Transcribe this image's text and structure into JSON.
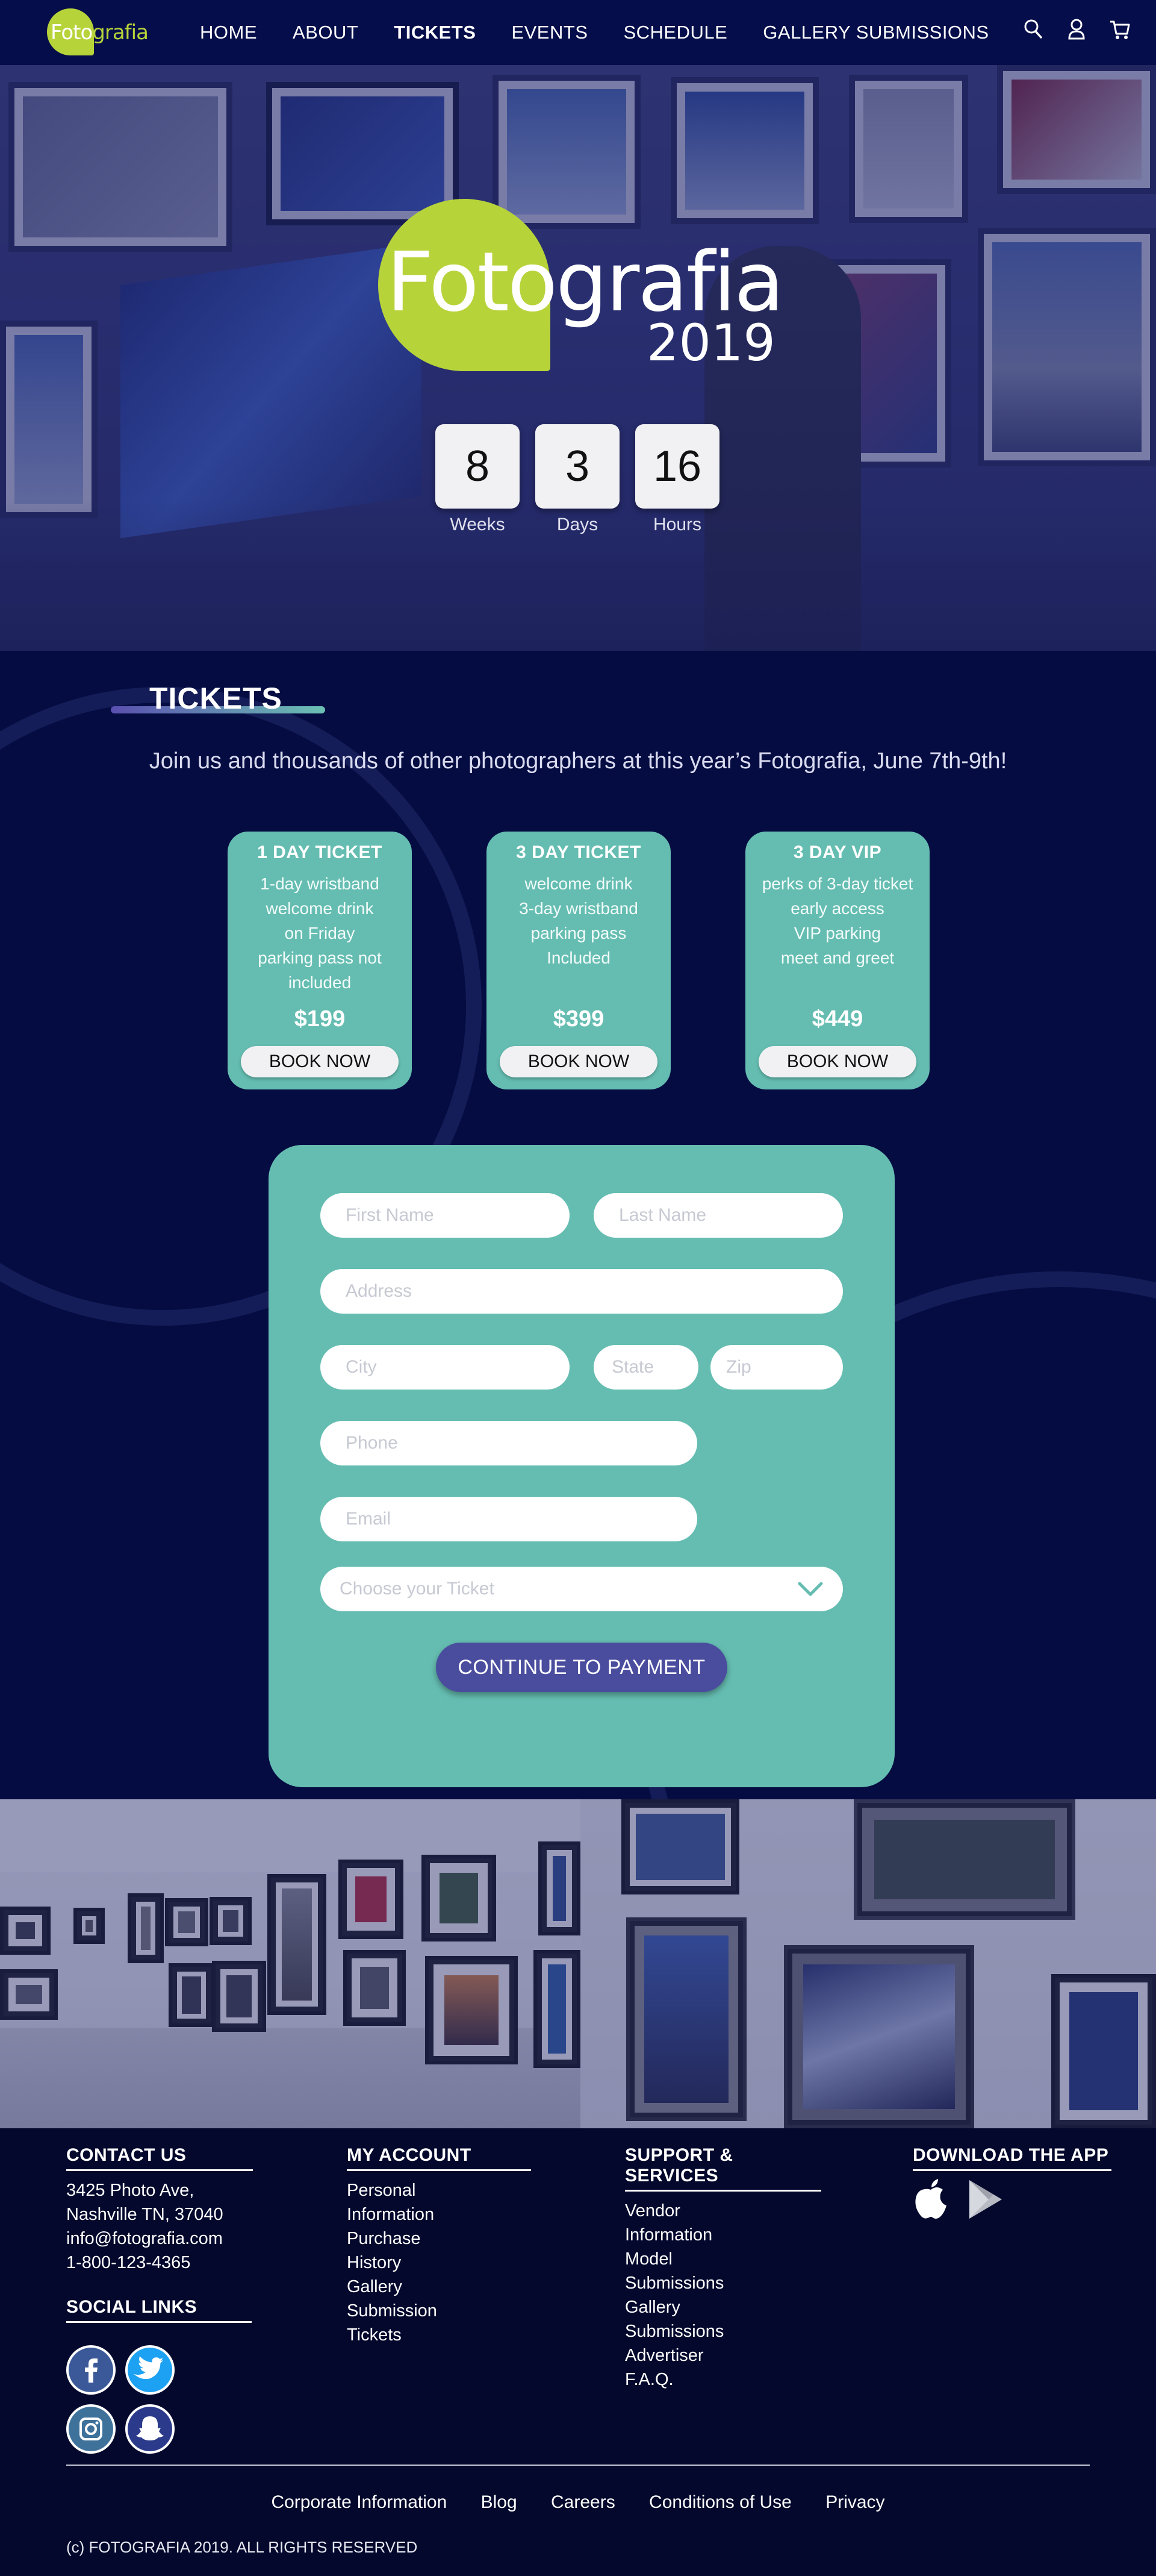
{
  "nav": {
    "logo_a": "Foto",
    "logo_b": "grafia",
    "items": [
      {
        "label": "HOME"
      },
      {
        "label": "ABOUT"
      },
      {
        "label": "TICKETS"
      },
      {
        "label": "EVENTS"
      },
      {
        "label": "SCHEDULE"
      },
      {
        "label": "GALLERY SUBMISSIONS"
      }
    ],
    "active": "TICKETS",
    "icons": [
      "search-icon",
      "user-icon",
      "cart-icon"
    ]
  },
  "hero": {
    "logo_word_a": "Foto",
    "logo_word_b": "grafia",
    "year": "2019",
    "countdown": [
      {
        "value": "8",
        "label": "Weeks"
      },
      {
        "value": "3",
        "label": "Days"
      },
      {
        "value": "16",
        "label": "Hours"
      }
    ]
  },
  "tickets": {
    "title": "TICKETS",
    "subtitle": "Join us and thousands of other photographers at this year’s Fotografia, June 7th-9th!",
    "cards": [
      {
        "title": "1 DAY TICKET",
        "perks": [
          "1-day wristband",
          "welcome drink",
          "on Friday",
          "parking pass not",
          "included"
        ],
        "price": "$199",
        "button": "BOOK NOW"
      },
      {
        "title": "3 DAY TICKET",
        "perks": [
          "welcome drink",
          "3-day wristband",
          "parking pass",
          "Included"
        ],
        "price": "$399",
        "button": "BOOK NOW"
      },
      {
        "title": "3 DAY VIP",
        "perks": [
          "perks of 3-day ticket",
          "early access",
          "VIP parking",
          "meet and greet"
        ],
        "price": "$449",
        "button": "BOOK NOW"
      }
    ],
    "colors": {
      "card": "#65bdb1",
      "accent_green": "#b7d33a",
      "background": "#050c42"
    }
  },
  "form": {
    "first_name_placeholder": "First Name",
    "last_name_placeholder": "Last Name",
    "address_placeholder": "Address",
    "city_placeholder": "City",
    "state_placeholder": "State",
    "zip_placeholder": "Zip",
    "phone_placeholder": "Phone",
    "email_placeholder": "Email",
    "ticket_select_placeholder": "Choose your Ticket",
    "submit_label": "CONTINUE TO PAYMENT"
  },
  "footer": {
    "contact": {
      "heading": "CONTACT US",
      "lines": [
        "3425 Photo Ave,",
        "Nashville TN, 37040",
        "info@fotografia.com",
        "1-800-123-4365"
      ]
    },
    "social": {
      "heading": "SOCIAL LINKS",
      "icons": [
        "facebook-icon",
        "twitter-icon",
        "instagram-icon",
        "snapchat-icon"
      ]
    },
    "account": {
      "heading": "MY ACCOUNT",
      "lines": [
        "Personal",
        "Information",
        "Purchase",
        "History",
        "Gallery",
        "Submission",
        "Tickets"
      ]
    },
    "support": {
      "heading": "SUPPORT & SERVICES",
      "lines": [
        "Vendor",
        "Information",
        "Model",
        "Submissions",
        "Gallery",
        "Submissions",
        "Advertiser",
        "F.A.Q."
      ]
    },
    "app": {
      "heading": "DOWNLOAD THE APP",
      "icons": [
        "apple-icon",
        "google-play-icon"
      ]
    },
    "links": [
      "Corporate Information",
      "Blog",
      "Careers",
      "Conditions of Use",
      "Privacy"
    ],
    "copyright": "(c) FOTOGRAFIA 2019. ALL RIGHTS RESERVED"
  }
}
